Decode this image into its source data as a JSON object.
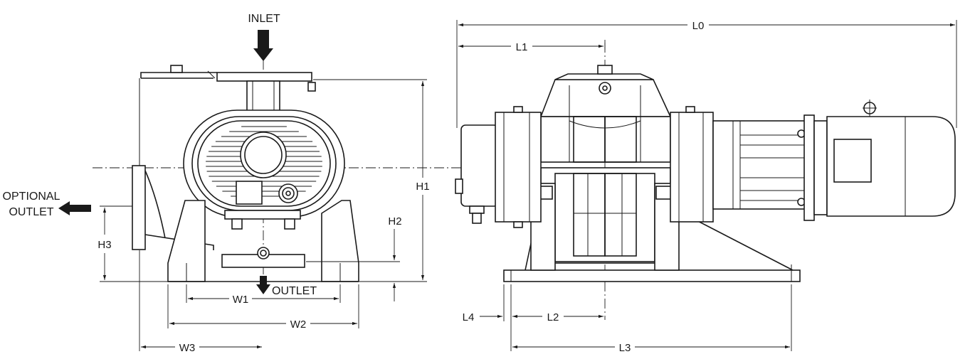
{
  "labels": {
    "inlet": "INLET",
    "optional_outlet_line1": "OPTIONAL",
    "optional_outlet_line2": "OUTLET",
    "outlet": "OUTLET"
  },
  "dimensions": {
    "h1": "H1",
    "h2": "H2",
    "h3": "H3",
    "w1": "W1",
    "w2": "W2",
    "w3": "W3",
    "l0": "L0",
    "l1": "L1",
    "l2": "L2",
    "l3": "L3",
    "l4": "L4"
  },
  "colors": {
    "line": "#1a1a1a",
    "background": "#ffffff"
  }
}
